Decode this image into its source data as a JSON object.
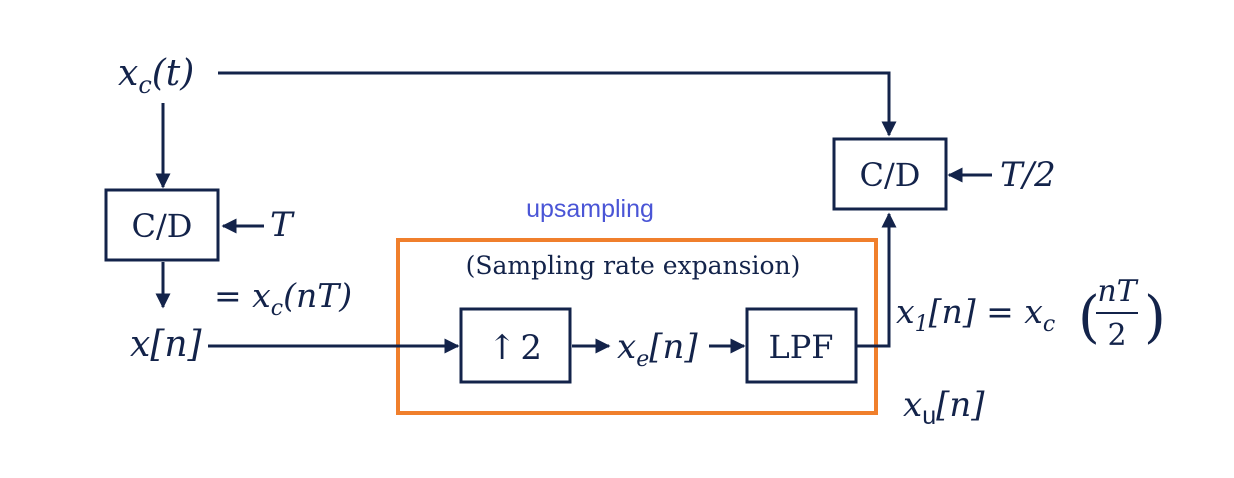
{
  "colors": {
    "ink": "#13234a",
    "highlight_box": "#f07f2c",
    "annotation": "#4a55d6"
  },
  "signals": {
    "xc_t": {
      "base": "x",
      "sub": "c",
      "tail": "(t)"
    },
    "x_n": {
      "base": "x",
      "tail": "[n]"
    },
    "equals_xc_nT": {
      "head": "= x",
      "sub": "c",
      "tail": "(nT)"
    },
    "xe_n": {
      "base": "x",
      "sub": "e",
      "tail": "[n]"
    },
    "x1_n": {
      "base": "x",
      "sub": "1",
      "tail": "[n] = x",
      "sub2": "c"
    },
    "x1_frac": {
      "num": "nT",
      "den": "2"
    },
    "xu_n": {
      "base": "x",
      "sub": "u",
      "tail": "[n]"
    }
  },
  "blocks": {
    "cd_left": {
      "label": "C/D",
      "rate": "T"
    },
    "cd_right": {
      "label": "C/D",
      "rate": "T/2"
    },
    "upsampler": {
      "arrow": "↑",
      "factor": "2"
    },
    "lpf": {
      "label": "LPF"
    }
  },
  "annotations": {
    "upsampling": "upsampling",
    "expansion": "(Sampling rate expansion)"
  }
}
